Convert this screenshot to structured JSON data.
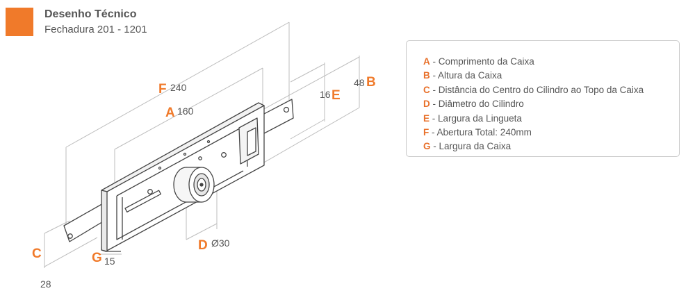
{
  "header": {
    "title": "Desenho Técnico",
    "subtitle": "Fechadura 201 - 1201",
    "brand_color": "#f07a2a"
  },
  "legend": {
    "items": [
      {
        "key": "A",
        "text": " - Comprimento da Caixa"
      },
      {
        "key": "B",
        "text": " - Altura da Caixa"
      },
      {
        "key": "C",
        "text": " - Distância do Centro do Cilindro ao Topo da Caixa"
      },
      {
        "key": "D",
        "text": " - Diâmetro do Cilindro"
      },
      {
        "key": "E",
        "text": " - Largura da Lingueta"
      },
      {
        "key": "F",
        "text": " - Abertura Total: 240mm"
      },
      {
        "key": "G",
        "text": " - Largura da Caixa"
      }
    ]
  },
  "dimensions": {
    "F": {
      "letter": "F",
      "value": "240"
    },
    "A": {
      "letter": "A",
      "value": "160"
    },
    "E": {
      "letter": "E",
      "value": "16"
    },
    "B": {
      "letter": "B",
      "value": "48"
    },
    "D": {
      "letter": "D",
      "value": "Ø30"
    },
    "C": {
      "letter": "C",
      "value": "28"
    },
    "G": {
      "letter": "G",
      "value": "15"
    }
  },
  "colors": {
    "accent": "#f07a2a",
    "line": "#444444",
    "dimension_line": "#bbbbbb",
    "text": "#555555"
  }
}
